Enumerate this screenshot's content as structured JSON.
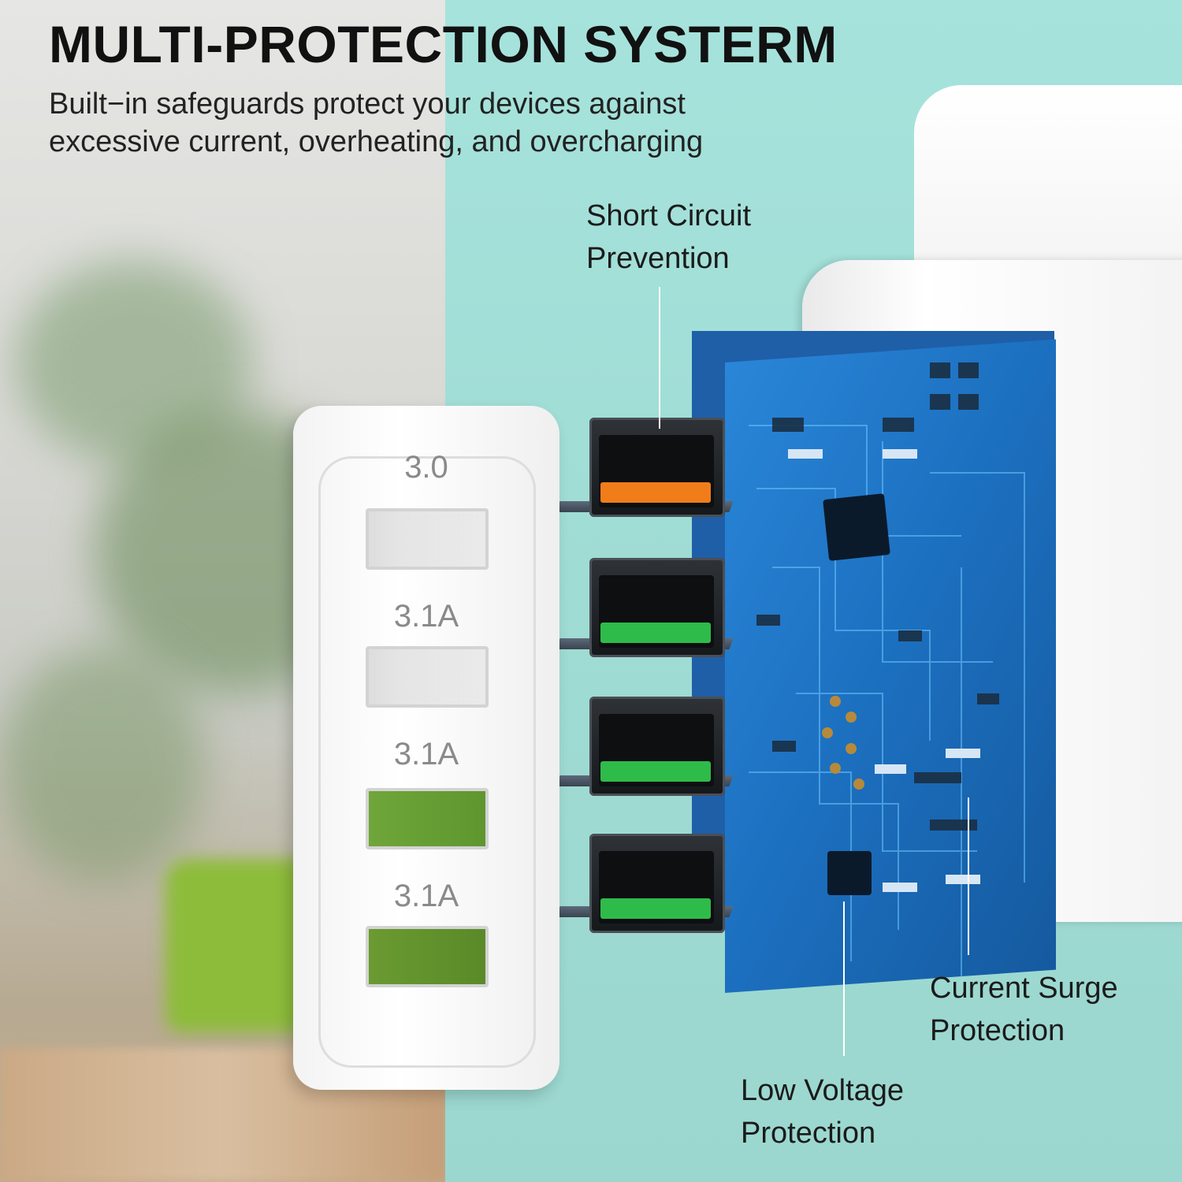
{
  "header": {
    "title": "MULTI-PROTECTION SYSTERM",
    "subtitle_lines": [
      "Built−in safeguards protect your devices against",
      "excessive current, overheating, and overcharging"
    ]
  },
  "callouts": {
    "short_circuit": {
      "line1": "Short Circuit",
      "line2": "Prevention"
    },
    "current_surge": {
      "line1": "Current Surge",
      "line2": "Protection"
    },
    "low_voltage": {
      "line1": "Low Voltage",
      "line2": "Protection"
    }
  },
  "faceplate": {
    "labels": [
      "3.0",
      "3.1A",
      "3.1A",
      "3.1A"
    ]
  },
  "ports": [
    {
      "color": "orange",
      "hex": "#f07d1a"
    },
    {
      "color": "green",
      "hex": "#2fbb4a"
    },
    {
      "color": "green",
      "hex": "#2fbb4a"
    },
    {
      "color": "green",
      "hex": "#2fbb4a"
    }
  ],
  "colors": {
    "background_teal": "#a6e3dc",
    "pcb_blue": "#1f6fc0",
    "housing_white": "#ffffff"
  }
}
